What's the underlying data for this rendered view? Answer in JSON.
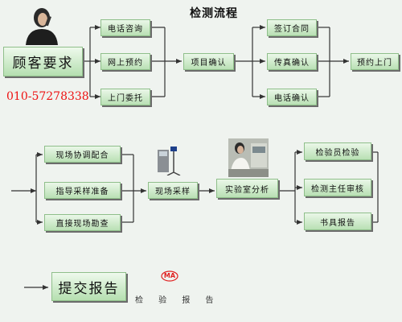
{
  "title": "检测流程",
  "customer": {
    "label": "顾客要求",
    "phone": "010-57278338"
  },
  "consult": {
    "phone_consult": "电话咨询",
    "online_booking": "网上预约",
    "onsite_commission": "上门委托"
  },
  "project_confirm": "项目确认",
  "confirm": {
    "sign_contract": "签订合同",
    "fax_confirm": "传真确认",
    "phone_confirm": "电话确认"
  },
  "book_visit": "预约上门",
  "prepare": {
    "site_coordination": "现场协调配合",
    "sampling_guidance": "指导采样准备",
    "direct_survey": "直接现场勘查"
  },
  "field_sampling": "现场采样",
  "lab_analysis": "实验室分析",
  "review": {
    "inspector_check": "检验员检验",
    "director_review": "检测主任审核",
    "written_report": "书具报告"
  },
  "submit_report": "提交报告",
  "ma_mark": "MA",
  "footer_text": "检 验 报 告"
}
